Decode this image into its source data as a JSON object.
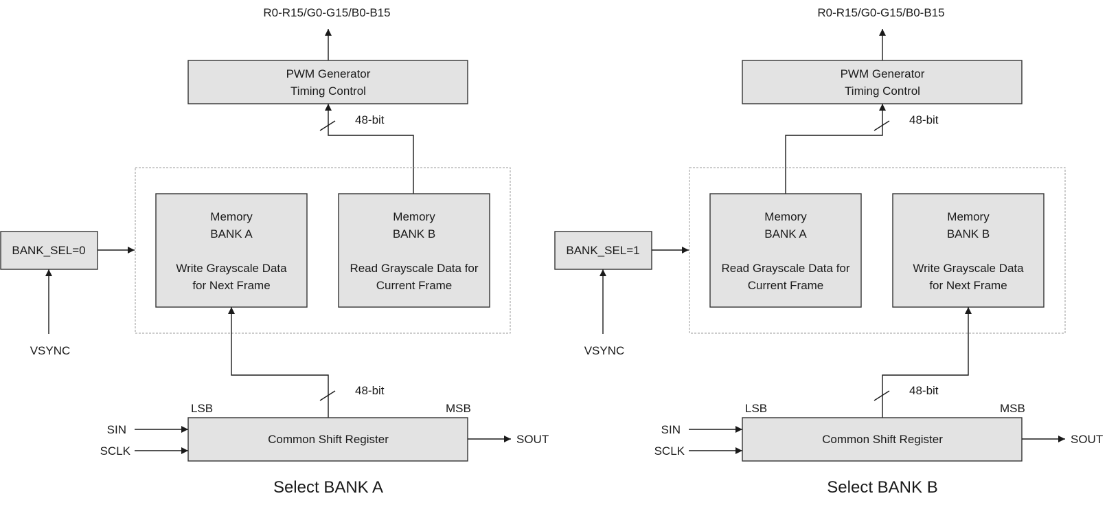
{
  "panels": [
    {
      "output_label": "R0-R15/G0-G15/B0-B15",
      "pwm_line1": "PWM Generator",
      "pwm_line2": "Timing Control",
      "bus_top_label": "48-bit",
      "bank_sel_label": "BANK_SEL=0",
      "vsync_label": "VSYNC",
      "bank_a": {
        "line1": "Memory",
        "line2": "BANK A",
        "line3": "Write Grayscale Data",
        "line4": "for Next Frame"
      },
      "bank_b": {
        "line1": "Memory",
        "line2": "BANK B",
        "line3": "Read Grayscale Data for",
        "line4": "Current Frame"
      },
      "bus_bottom_label": "48-bit",
      "lsb_label": "LSB",
      "msb_label": "MSB",
      "shift_register_label": "Common Shift Register",
      "sin_label": "SIN",
      "sclk_label": "SCLK",
      "sout_label": "SOUT",
      "caption": "Select BANK A"
    },
    {
      "output_label": "R0-R15/G0-G15/B0-B15",
      "pwm_line1": "PWM Generator",
      "pwm_line2": "Timing Control",
      "bus_top_label": "48-bit",
      "bank_sel_label": "BANK_SEL=1",
      "vsync_label": "VSYNC",
      "bank_a": {
        "line1": "Memory",
        "line2": "BANK A",
        "line3": "Read Grayscale Data for",
        "line4": "Current Frame"
      },
      "bank_b": {
        "line1": "Memory",
        "line2": "BANK B",
        "line3": "Write Grayscale Data",
        "line4": "for Next Frame"
      },
      "bus_bottom_label": "48-bit",
      "lsb_label": "LSB",
      "msb_label": "MSB",
      "shift_register_label": "Common Shift Register",
      "sin_label": "SIN",
      "sclk_label": "SCLK",
      "sout_label": "SOUT",
      "caption": "Select BANK B"
    }
  ],
  "colors": {
    "box_fill": "#e3e3e3",
    "box_stroke": "#333333",
    "wire": "#1a1a1a",
    "dashed_border": "#9a9a9a",
    "background": "#ffffff"
  }
}
